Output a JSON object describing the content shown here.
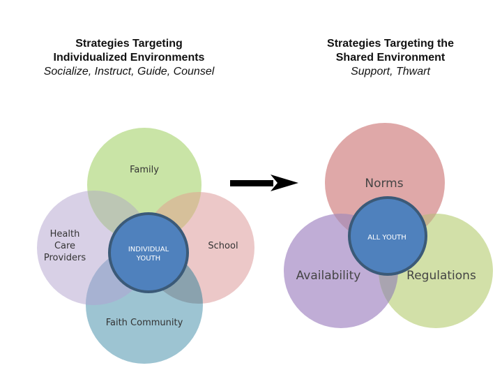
{
  "left_heading": {
    "line1": "Strategies Targeting",
    "line2": "Individualized Environments",
    "subtitle": "Socialize, Instruct, Guide, Counsel"
  },
  "right_heading": {
    "line1": "Strategies Targeting the",
    "line2": "Shared Environment",
    "subtitle": "Support, Thwart"
  },
  "left_diagram": {
    "family": "Family",
    "health_line1": "Health",
    "health_line2": "Care",
    "health_line3": "Providers",
    "school": "School",
    "faith": "Faith Community",
    "center_line1": "INDIVIDUAL",
    "center_line2": "YOUTH"
  },
  "right_diagram": {
    "norms": "Norms",
    "availability": "Availability",
    "regulations": "Regulations",
    "center": "ALL YOUTH"
  },
  "colors": {
    "family": "#c9e4a6",
    "health": "#d8d0e6",
    "school": "#ecc8c8",
    "faith": "#9dc4d2",
    "center": "#4f81bd",
    "norms": "#dfa8a8",
    "availability": "#c0add6",
    "regulations": "#d2e0a8"
  }
}
